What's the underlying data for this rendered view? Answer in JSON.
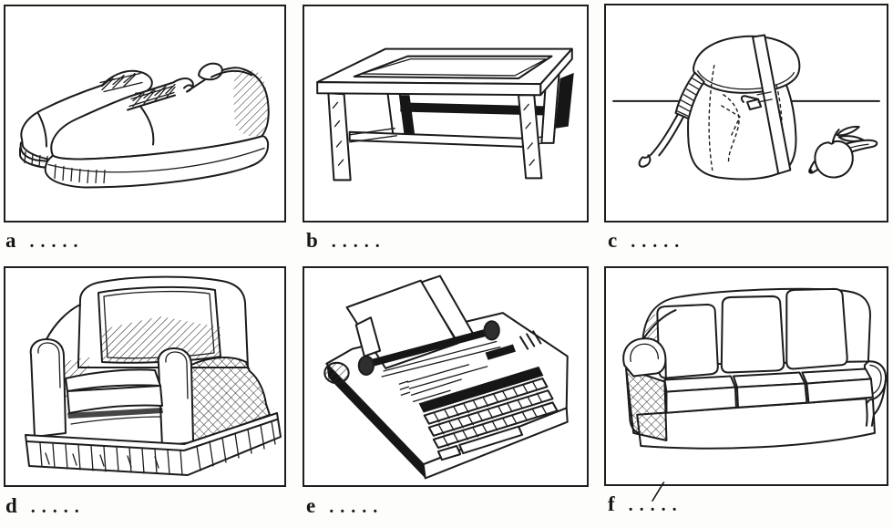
{
  "page": {
    "kind": "picture-vocabulary-worksheet",
    "background": "#ffffff",
    "ink": "#1c1c1c"
  },
  "exercise": {
    "panels": [
      {
        "letter": "a",
        "answer_dots": ".....",
        "item": "pair-of-shoes"
      },
      {
        "letter": "b",
        "answer_dots": ".....",
        "item": "coffee-table"
      },
      {
        "letter": "c",
        "answer_dots": ".....",
        "item": "rucksack-with-apple-and-banana"
      },
      {
        "letter": "d",
        "answer_dots": ".....",
        "item": "armchair"
      },
      {
        "letter": "e",
        "answer_dots": ".....",
        "item": "electronic-typewriter"
      },
      {
        "letter": "f",
        "answer_dots": ".....",
        "item": "sofa",
        "handwritten_mark": "/"
      }
    ]
  }
}
